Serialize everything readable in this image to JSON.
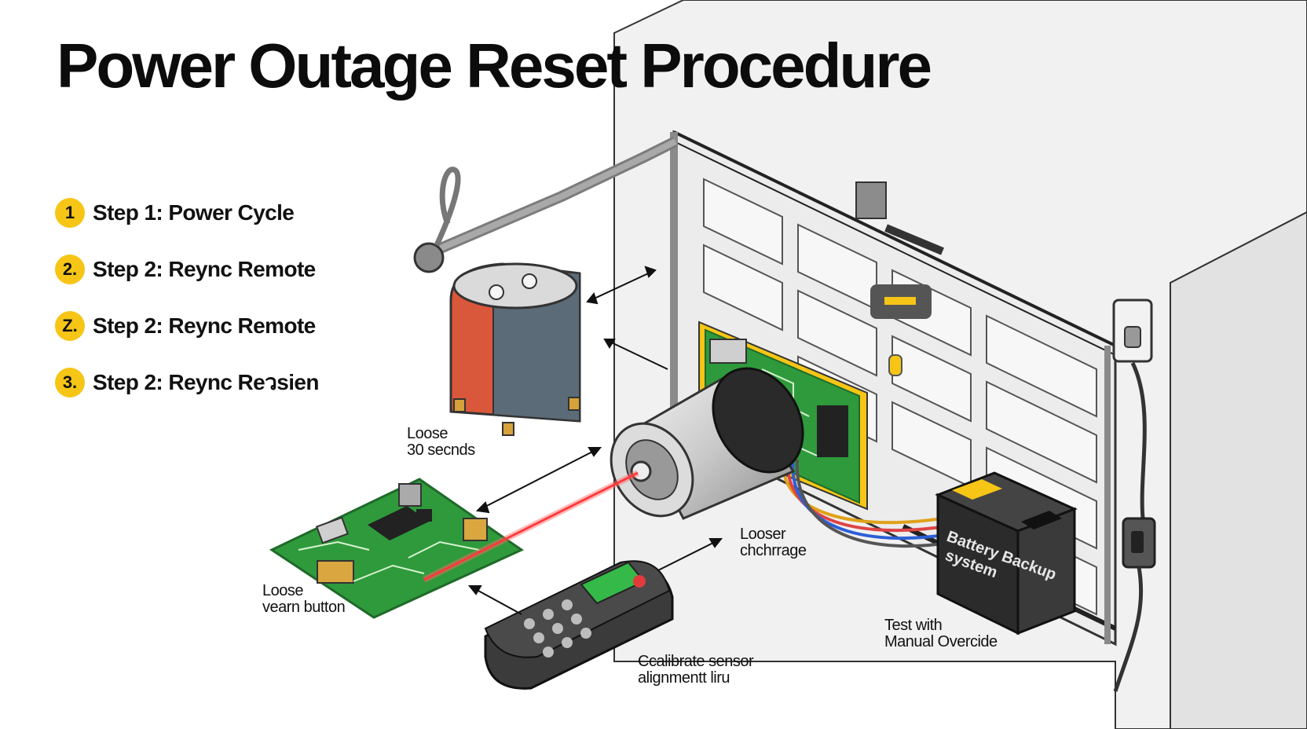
{
  "title": "Power Outage Reset Procedure",
  "steps": [
    {
      "badge": "1",
      "label": "Step 1: Power Cycle"
    },
    {
      "badge": "2.",
      "label": "Step 2: Reync Remote"
    },
    {
      "badge": "Z.",
      "label": "Step 2: Reync Remote"
    },
    {
      "badge": "3.",
      "label": "Step 2: Reync Reวsien"
    }
  ],
  "callouts": {
    "battery": {
      "line1": "Loose",
      "line2": "30 secnds"
    },
    "board": {
      "line1": "Loose",
      "line2": "vearn button"
    },
    "motor": {
      "line1": "Looser",
      "line2": "chchrrage"
    },
    "sensor": {
      "line1": "Ccalibrate sensor",
      "line2": "alignmentt liru"
    },
    "override": {
      "line1": "Test with",
      "line2": "Manual Overcide"
    }
  },
  "backup_battery_label": {
    "line1": "Battery Backup",
    "line2": "system"
  },
  "colors": {
    "badge": "#f6c516",
    "board": "#2f9a3c",
    "laser": "#ff3b3b",
    "battery_red": "#d9573a",
    "battery_gray": "#5b6b78"
  }
}
